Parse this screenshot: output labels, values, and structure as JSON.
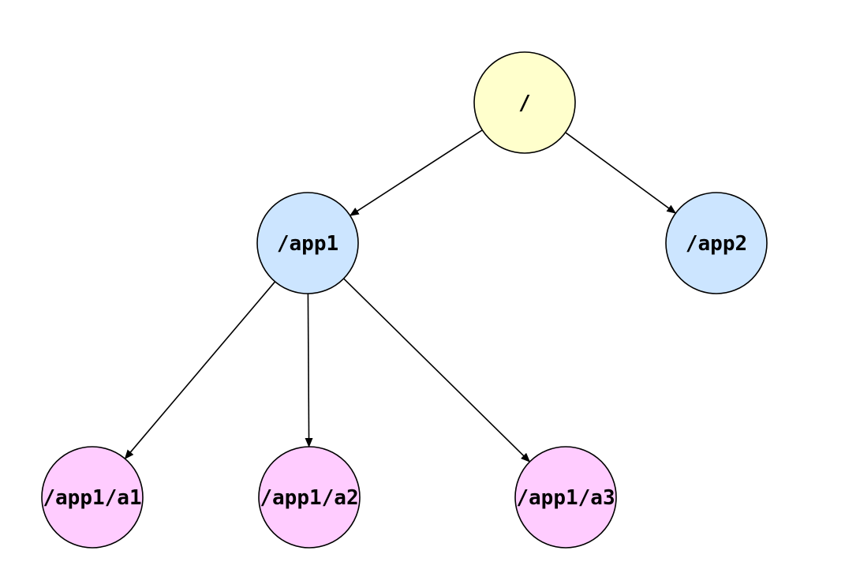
{
  "diagram": {
    "nodes": [
      {
        "id": "root",
        "label": "/",
        "fill": "#FFFFCC"
      },
      {
        "id": "app1",
        "label": "/app1",
        "fill": "#CCE5FF"
      },
      {
        "id": "app2",
        "label": "/app2",
        "fill": "#CCE5FF"
      },
      {
        "id": "a1",
        "label": "/app1/a1",
        "fill": "#FFCCFF"
      },
      {
        "id": "a2",
        "label": "/app1/a2",
        "fill": "#FFCCFF"
      },
      {
        "id": "a3",
        "label": "/app1/a3",
        "fill": "#FFCCFF"
      }
    ],
    "edges": [
      {
        "from": "root",
        "to": "app1"
      },
      {
        "from": "root",
        "to": "app2"
      },
      {
        "from": "app1",
        "to": "a1"
      },
      {
        "from": "app1",
        "to": "a2"
      },
      {
        "from": "app1",
        "to": "a3"
      }
    ]
  }
}
